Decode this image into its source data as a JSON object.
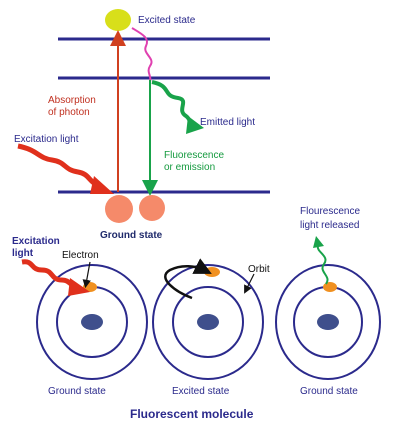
{
  "colors": {
    "level_line": "#2b2a8c",
    "absorption": "#d04020",
    "emission": "#19a34a",
    "relaxation": "#e040b0",
    "excitation": "#e0301c",
    "ground_electron": "#f58a6a",
    "excited_electron": "#d8df1a",
    "orbit": "#2b2a8c",
    "nucleus": "#3f4f8c",
    "electron_small": "#f09020",
    "text_blue": "#2b2a8c",
    "text_red": "#c03020",
    "text_green": "#159a3f",
    "text_dark": "#1f2a6b"
  },
  "labels": {
    "excited_state": "Excited state",
    "absorption": [
      "Absorption",
      "of photon"
    ],
    "excitation_light": "Excitation light",
    "emitted_light": "Emitted light",
    "fluorescence_emission": [
      "Fluorescence",
      "or emission"
    ],
    "ground_state_top": "Ground state",
    "excitation_light_bottom": [
      "Excitation",
      "light"
    ],
    "electron": "Electron",
    "orbit": "Orbit",
    "fluorescence_released": [
      "Flourescence",
      "light released"
    ],
    "ground_state_left": "Ground state",
    "excited_state_middle": "Excited state",
    "ground_state_right": "Ground state",
    "caption": "Fluorescent molecule"
  }
}
